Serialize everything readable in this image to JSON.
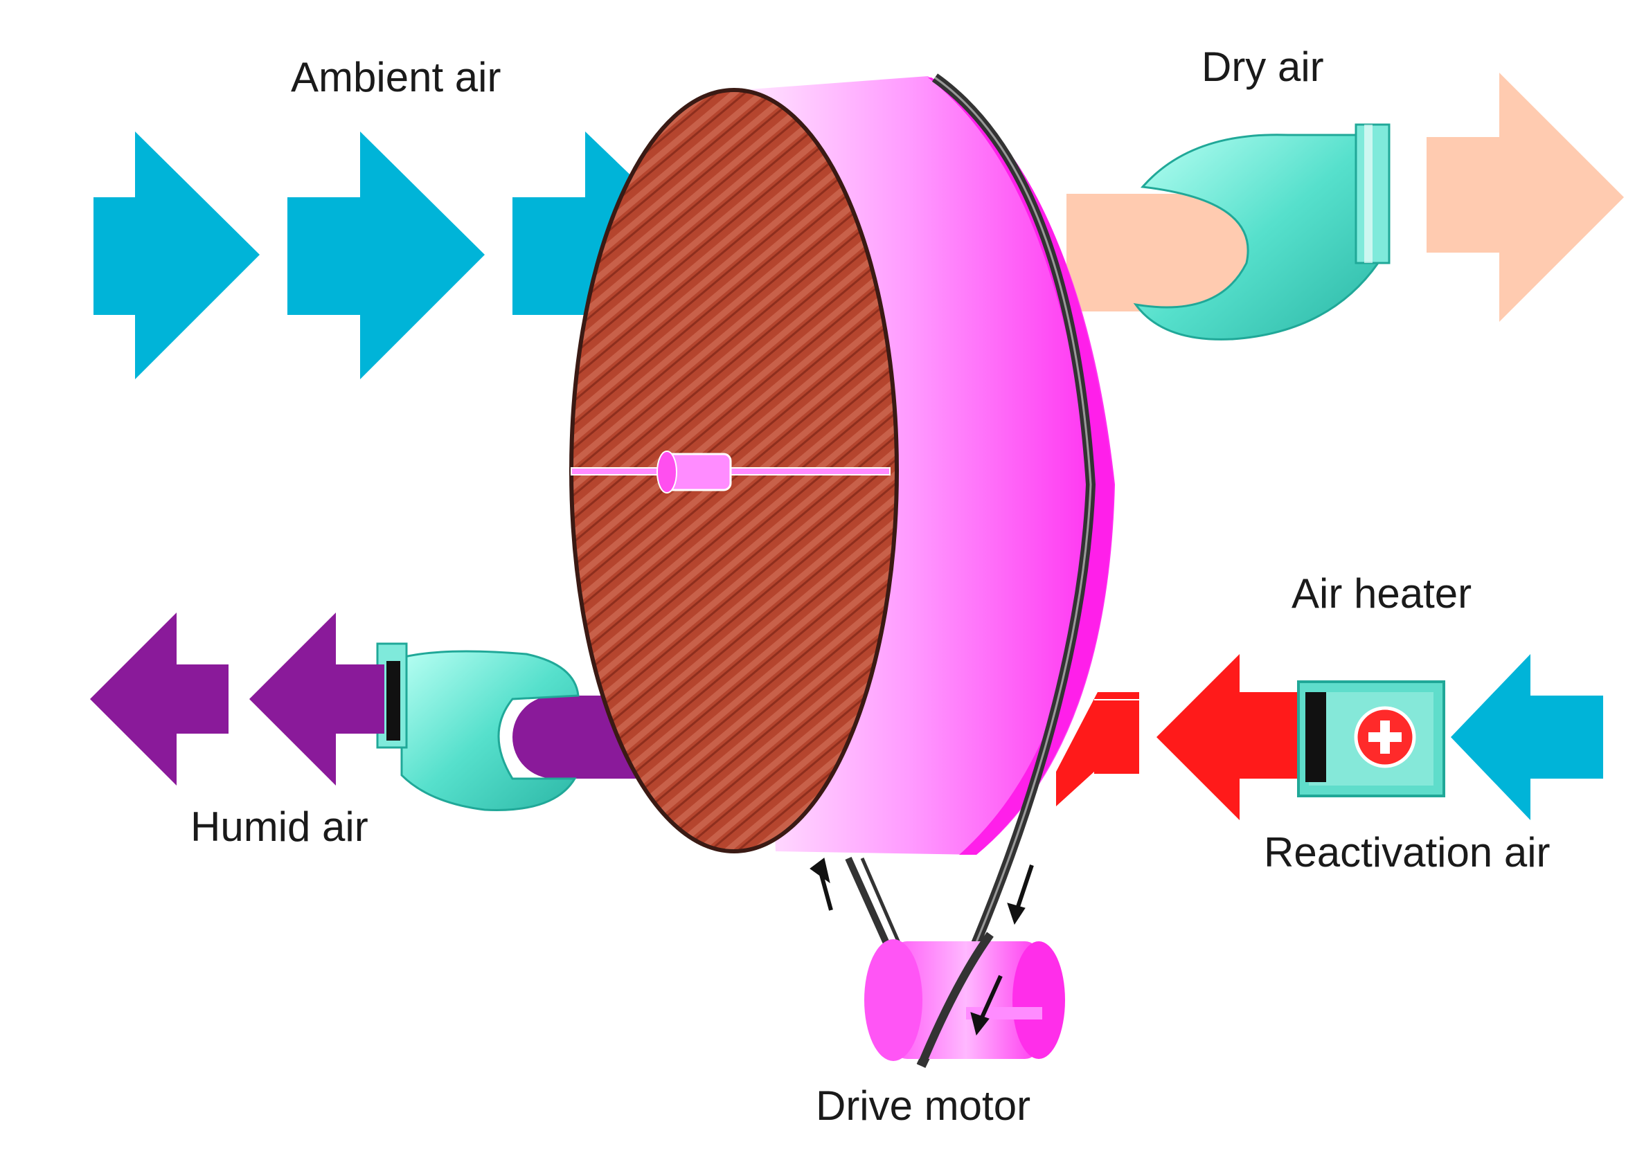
{
  "labels": {
    "ambient_air": "Ambient air",
    "dry_air": "Dry air",
    "air_heater": "Air heater",
    "humid_air": "Humid air",
    "reactivation_air": "Reactivation air",
    "drive_motor": "Drive motor"
  },
  "colors": {
    "ambient_air": "#00B4D8",
    "dry_air": "#FFCBB0",
    "humid_air": "#8A1A9A",
    "heated_air": "#FF1A1A",
    "reactivation_air": "#00B4D8",
    "wheel_face": "#B5452E",
    "wheel_rim": "#FF33FF",
    "fan_housing": "#3FD8C4",
    "belt": "#333333"
  },
  "icons": {
    "fan": "blower-fan-icon",
    "heater": "heater-plus-icon",
    "motor": "drive-motor-icon",
    "rotation": "rotation-arrow-icon"
  }
}
